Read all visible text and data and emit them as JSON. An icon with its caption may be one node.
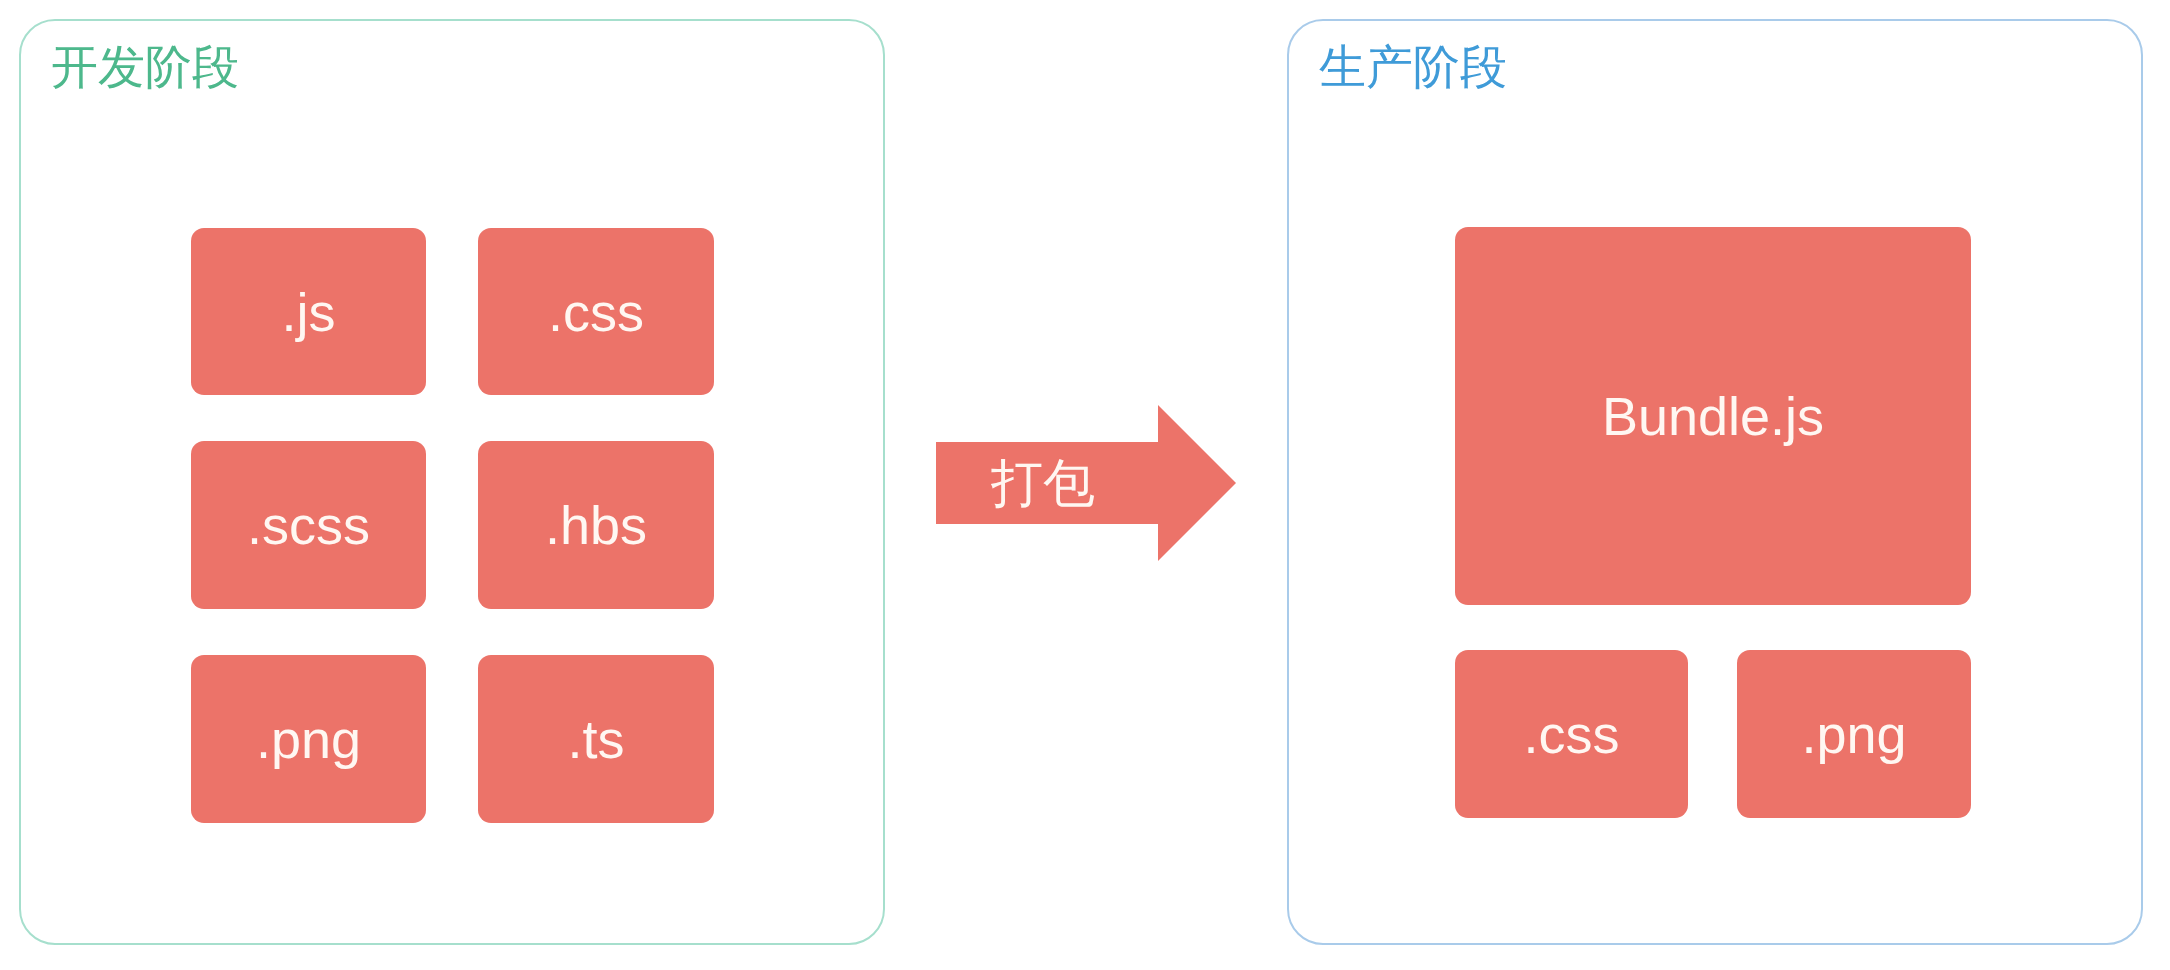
{
  "diagram": {
    "nodes": [
      {
        "text": [
          "开发阶段"
        ]
      },
      {
        "text": [
          ".js"
        ],
        "in": 0
      },
      {
        "text": [
          ".css"
        ],
        "in": 0
      },
      {
        "text": [
          ".scss"
        ],
        "in": 0
      },
      {
        "text": [
          ".hbs"
        ],
        "in": 0
      },
      {
        "text": [
          ".png"
        ],
        "in": 0
      },
      {
        "text": [
          ".ts"
        ],
        "in": 0
      },
      {
        "text": [
          "生产阶段"
        ]
      },
      {
        "text": [
          "Bundle.js"
        ],
        "in": 7
      },
      {
        "text": [
          ".css"
        ],
        "in": 7
      },
      {
        "text": [
          ".png"
        ],
        "in": 7
      }
    ],
    "edges": [
      {
        "from": 0,
        "to": 7,
        "arrow": "to",
        "label": "打包"
      }
    ]
  }
}
